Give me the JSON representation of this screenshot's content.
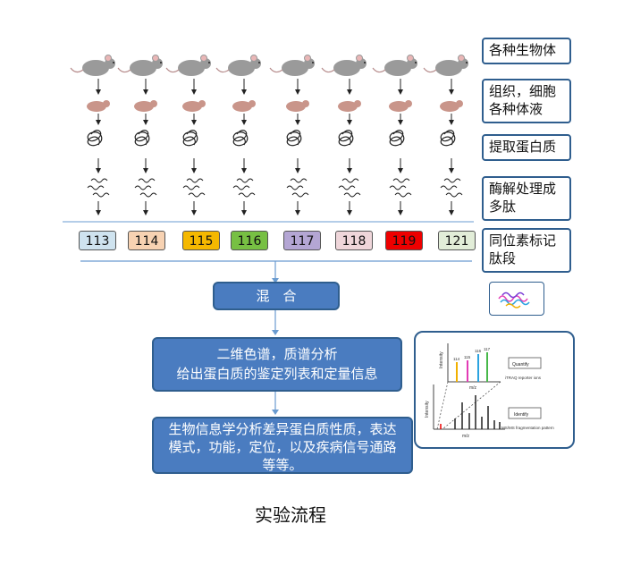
{
  "stages": [
    "各种生物体",
    "组织，细胞\n各种体液",
    "提取蛋白质",
    "酶解处理成\n多肽",
    "同位素标记\n肽段"
  ],
  "tags": [
    {
      "label": "113",
      "color": "#cfe3ef"
    },
    {
      "label": "114",
      "color": "#f7d2b2"
    },
    {
      "label": "115",
      "color": "#f5b800"
    },
    {
      "label": "116",
      "color": "#77c043"
    },
    {
      "label": "117",
      "color": "#b4a6d4"
    },
    {
      "label": "118",
      "color": "#efd6da"
    },
    {
      "label": "119",
      "color": "#ee0000"
    },
    {
      "label": "121",
      "color": "#e2edd8"
    }
  ],
  "mix": "混　合",
  "analysis": "二维色谱，质谱分析\n给出蛋白质的鉴定列表和定量信息",
  "bioinfo": "生物信息学分析差异蛋白质性质，表达\n模式，功能，定位，以及疾病信号通路\n等等。",
  "caption": "实验流程",
  "ms_panel": {
    "ylabel_top": "Intensity",
    "xlabel_top": "m/z",
    "reporter_labels": [
      "114",
      "115",
      "116",
      "117"
    ],
    "quantify": "Quantify",
    "quantify_note": "iTRAQ reporter ions",
    "ylabel_bottom": "Intensity",
    "xlabel_bottom": "m/z",
    "identify": "Identify",
    "identify_note": "MS/MS fragmentation pattern"
  },
  "colors": {
    "box_blue": "#4a7cc0",
    "box_border": "#2f5e8e",
    "line": "#6a9bd0",
    "mouse_body": "#9a9a9a",
    "tissue": "#c9958a"
  }
}
